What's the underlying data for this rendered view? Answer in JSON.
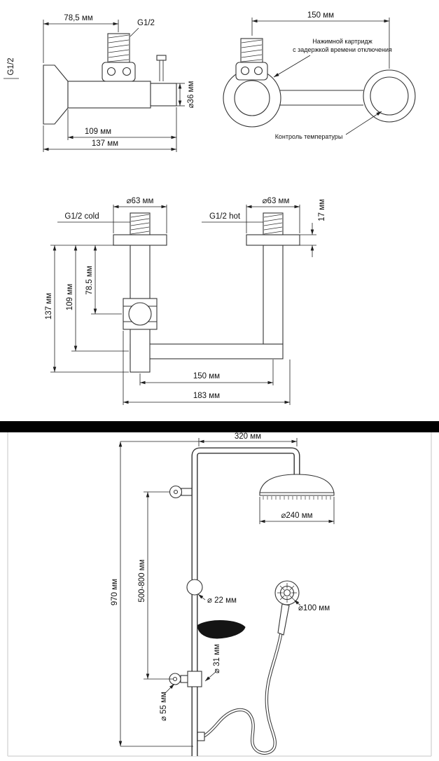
{
  "side_view": {
    "dim_78_5": "78,5 мм",
    "thread_top": "G1/2",
    "thread_left": "G1/2",
    "dim_d36": "⌀36 мм",
    "dim_109": "109 мм",
    "dim_137": "137 мм"
  },
  "front_view": {
    "dim_150": "150 мм",
    "cartridge_note_line1": "Нажимной картридж",
    "cartridge_note_line2": "с задержкой времени отключения",
    "temperature_note": "Контроль температуры"
  },
  "mount_view": {
    "dim_d63_left": "⌀63 мм",
    "dim_d63_right": "⌀63 мм",
    "dim_17": "17 мм",
    "label_cold": "G1/2 cold",
    "label_hot": "G1/2 hot",
    "dim_78_5": "78.5 мм",
    "dim_109": "109 мм",
    "dim_137": "137 мм",
    "dim_150": "150 мм",
    "dim_183": "183 мм"
  },
  "shower_view": {
    "dim_320": "320 мм",
    "dim_d240": "⌀240 мм",
    "dim_970": "970 мм",
    "dim_500_800": "500-800 мм",
    "dim_d22": "⌀ 22 мм",
    "dim_d100": "⌀100 мм",
    "dim_d31": "⌀ 31 мм",
    "dim_d55": "⌀ 55 мм"
  },
  "colors": {
    "line": "#333333",
    "dimension_line": "#1f1f1f",
    "divider": "#000000",
    "background": "#ffffff",
    "frame": "#d9d9d9"
  }
}
